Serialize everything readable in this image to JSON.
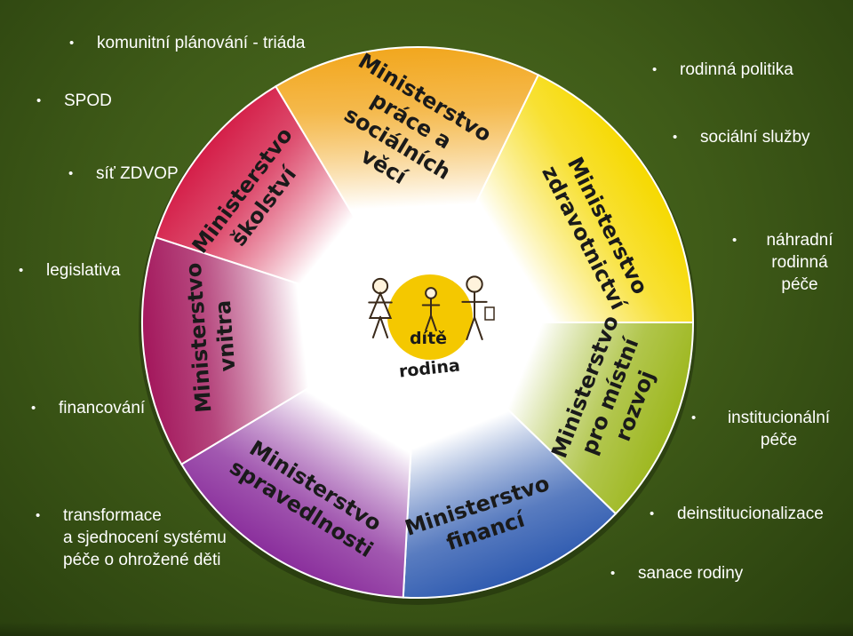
{
  "ministries": [
    {
      "lines": [
        "Ministerstvo",
        "školství"
      ],
      "color": "#d41e48"
    },
    {
      "lines": [
        "Ministerstvo",
        "práce a",
        "sociálních",
        "věcí"
      ],
      "color": "#f2a71e"
    },
    {
      "lines": [
        "Ministerstvo",
        "zdravotnictví"
      ],
      "color": "#f6d900"
    },
    {
      "lines": [
        "Ministerstvo",
        "pro místní",
        "rozvoj"
      ],
      "color": "#9db71e"
    },
    {
      "lines": [
        "Ministerstvo",
        "financí"
      ],
      "color": "#2f5bb0"
    },
    {
      "lines": [
        "Ministerstvo",
        "spravedlnosti"
      ],
      "color": "#8a2e9c"
    },
    {
      "lines": [
        "Ministerstvo",
        "vnitra"
      ],
      "color": "#a3175c"
    }
  ],
  "center": {
    "child": "dítě",
    "family": "rodina",
    "circle_color": "#f4c800"
  },
  "left_items": [
    {
      "text": "komunitní plánování - triáda"
    },
    {
      "text": "SPOD"
    },
    {
      "text": "síť ZDVOP"
    },
    {
      "text": "legislativa"
    },
    {
      "text": "financování"
    },
    {
      "lines": [
        "transformace",
        "a sjednocení systému",
        "péče o ohrožené děti"
      ]
    }
  ],
  "right_items": [
    {
      "text": "rodinná politika"
    },
    {
      "text": "sociální služby"
    },
    {
      "lines": [
        "náhradní",
        "rodinná",
        "péče"
      ]
    },
    {
      "lines": [
        "institucionální",
        "péče"
      ]
    },
    {
      "text": "deinstitucionalizace"
    },
    {
      "text": "sanace rodiny"
    }
  ]
}
